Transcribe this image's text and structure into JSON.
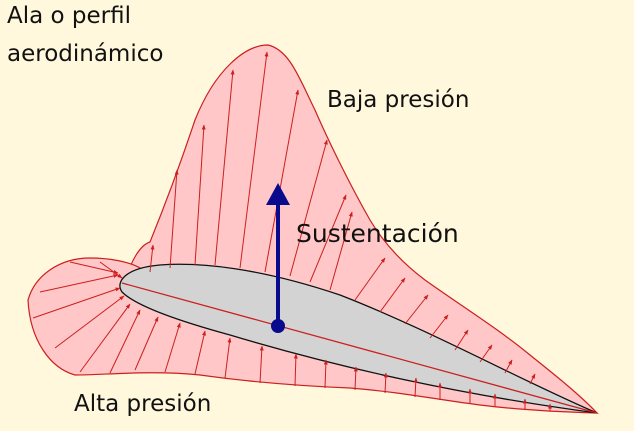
{
  "labels": {
    "title_line1": "Ala o perfil",
    "title_line2": "aerodinámico",
    "low_pressure": "Baja presión",
    "lift": "Sustentación",
    "high_pressure": "Alta presión"
  },
  "colors": {
    "background": "#fff8dc",
    "pressure_fill": "#ffc7c7",
    "pressure_line": "#cc1f1f",
    "airfoil_fill": "#d3d3d3",
    "lift_arrow": "#0a0a8c"
  },
  "icons": {
    "lift_arrow": "arrow-up-icon",
    "pressure_arrows": "small-red-arrow-icon"
  }
}
